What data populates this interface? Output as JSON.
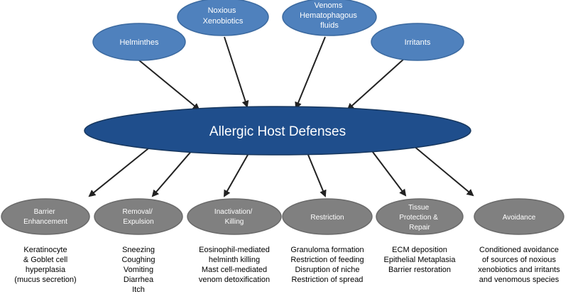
{
  "diagram": {
    "center": {
      "label": "Allergic Host Defenses"
    },
    "threats": [
      {
        "id": "helminthes",
        "lines": [
          "Helminthes"
        ]
      },
      {
        "id": "noxious",
        "lines": [
          "Noxious",
          "Xenobiotics"
        ]
      },
      {
        "id": "venoms",
        "lines": [
          "Venoms",
          "Hematophagous",
          "fluids"
        ]
      },
      {
        "id": "irritants",
        "lines": [
          "Irritants"
        ]
      }
    ],
    "responses": [
      {
        "id": "barrier",
        "lines": [
          "Barrier",
          "Enhancement"
        ],
        "description": "Keratinocyte\n& Goblet cell\nhyperplasia\n(mucus secretion)"
      },
      {
        "id": "removal",
        "lines": [
          "Removal/",
          "Expulsion"
        ],
        "description": "Sneezing\nCoughing\nVomiting\nDiarrhea\nItch"
      },
      {
        "id": "inactivation",
        "lines": [
          "Inactivation/",
          "Killing"
        ],
        "description": "Eosinophil-mediated\nhelminth killing\nMast cell-mediated\nvenom detoxification"
      },
      {
        "id": "restriction",
        "lines": [
          "Restriction"
        ],
        "description": "Granuloma formation\nRestriction of feeding\nDisruption of niche\nRestriction of spread"
      },
      {
        "id": "tissue",
        "lines": [
          "Tissue",
          "Protection &",
          "Repair"
        ],
        "description": "ECM deposition\nEpithelial Metaplasia\nBarrier restoration"
      },
      {
        "id": "avoidance",
        "lines": [
          "Avoidance"
        ],
        "description": "Conditioned avoidance\nof sources of noxious\nxenobiotics and irritants\nand venomous species"
      }
    ]
  },
  "colors": {
    "threat_fill": "#4f81bd",
    "threat_stroke": "#3c6aa0",
    "center_fill": "#1f4e8c",
    "center_stroke": "#17375e",
    "response_fill": "#808080",
    "response_stroke": "#6a6a6a",
    "arrow": "#222222",
    "label_text": "#ffffff"
  }
}
